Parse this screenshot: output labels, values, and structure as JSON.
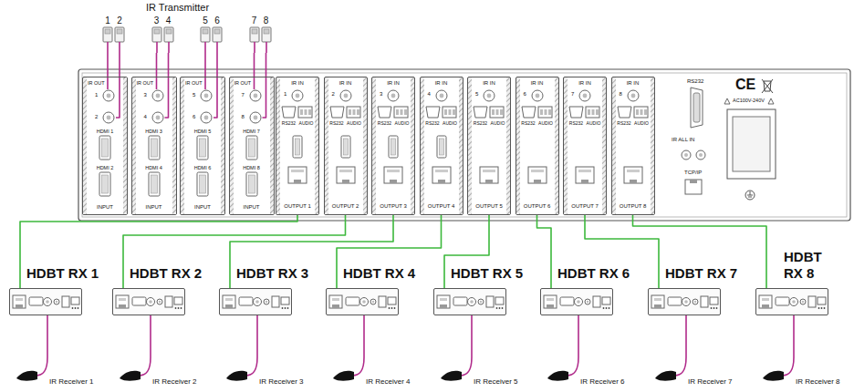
{
  "diagram": {
    "nodes": [
      {
        "text": [
          "1"
        ]
      },
      {
        "text": [
          "2"
        ]
      },
      {
        "text": [
          "3"
        ]
      },
      {
        "text": [
          "4"
        ]
      },
      {
        "text": [
          "5"
        ]
      },
      {
        "text": [
          "6"
        ]
      },
      {
        "text": [
          "7"
        ]
      },
      {
        "text": [
          "8"
        ]
      },
      {
        "text": [
          "IR OUT",
          "HDMI 1",
          "HDMI 2",
          "INPUT"
        ]
      },
      {
        "text": [
          "1"
        ],
        "in": 8
      },
      {
        "text": [
          "2"
        ],
        "in": 8
      },
      {
        "text": [
          "IR OUT",
          "HDMI 3",
          "HDMI 4",
          "INPUT"
        ]
      },
      {
        "text": [
          "3"
        ],
        "in": 11
      },
      {
        "text": [
          "4"
        ],
        "in": 11
      },
      {
        "text": [
          "IR OUT",
          "HDMI 5",
          "HDMI 6",
          "INPUT"
        ]
      },
      {
        "text": [
          "5"
        ],
        "in": 14
      },
      {
        "text": [
          "6"
        ],
        "in": 14
      },
      {
        "text": [
          "IR OUT",
          "HDMI 7",
          "HDMI 8",
          "INPUT"
        ]
      },
      {
        "text": [
          "7"
        ],
        "in": 17
      },
      {
        "text": [
          "8"
        ],
        "in": 17
      },
      {
        "text": [
          "IR IN",
          "1",
          "RS232",
          "AUDIO",
          "OUTPUT 1"
        ]
      },
      {
        "text": [
          "IR IN",
          "2",
          "RS232",
          "AUDIO",
          "OUTPUT 2"
        ]
      },
      {
        "text": [
          "IR IN",
          "3",
          "RS232",
          "AUDIO",
          "OUTPUT 3"
        ]
      },
      {
        "text": [
          "IR IN",
          "4",
          "RS232",
          "AUDIO",
          "OUTPUT 4"
        ]
      },
      {
        "text": [
          "IR IN",
          "5",
          "RS232",
          "AUDIO",
          "OUTPUT 5"
        ]
      },
      {
        "text": [
          "IR IN",
          "6",
          "RS232",
          "AUDIO",
          "OUTPUT 6"
        ]
      },
      {
        "text": [
          "IR IN",
          "7",
          "RS232",
          "AUDIO",
          "OUTPUT 7"
        ]
      },
      {
        "text": [
          "IR IN",
          "8",
          "RS232",
          "AUDIO",
          "OUTPUT 8"
        ]
      },
      {
        "text": [
          "HDBT RX 1"
        ]
      },
      {
        "text": [
          "HDBT RX 2"
        ]
      },
      {
        "text": [
          "HDBT RX 3"
        ]
      },
      {
        "text": [
          "HDBT RX 4"
        ]
      },
      {
        "text": [
          "HDBT RX 5"
        ]
      },
      {
        "text": [
          "HDBT RX 6"
        ]
      },
      {
        "text": [
          "HDBT RX 7"
        ]
      },
      {
        "text": [
          "HDBT RX 8"
        ]
      },
      {
        "text": [
          "IR Receiver 1"
        ]
      },
      {
        "text": [
          "IR Receiver 2"
        ]
      },
      {
        "text": [
          "IR Receiver 3"
        ]
      },
      {
        "text": [
          "IR Receiver 4"
        ]
      },
      {
        "text": [
          "IR Receiver 5"
        ]
      },
      {
        "text": [
          "IR Receiver 6"
        ]
      },
      {
        "text": [
          "IR Receiver 7"
        ]
      },
      {
        "text": [
          "IR Receiver 8"
        ]
      }
    ],
    "edges": [
      {
        "from": 0,
        "to": 9,
        "arrow": "none"
      },
      {
        "from": 1,
        "to": 10,
        "arrow": "none"
      },
      {
        "from": 2,
        "to": 12,
        "arrow": "none"
      },
      {
        "from": 3,
        "to": 13,
        "arrow": "none"
      },
      {
        "from": 4,
        "to": 15,
        "arrow": "none"
      },
      {
        "from": 5,
        "to": 16,
        "arrow": "none"
      },
      {
        "from": 6,
        "to": 18,
        "arrow": "none"
      },
      {
        "from": 7,
        "to": 19,
        "arrow": "none"
      },
      {
        "from": 20,
        "to": 28,
        "arrow": "none"
      },
      {
        "from": 21,
        "to": 29,
        "arrow": "none"
      },
      {
        "from": 22,
        "to": 30,
        "arrow": "none"
      },
      {
        "from": 23,
        "to": 31,
        "arrow": "none"
      },
      {
        "from": 24,
        "to": 32,
        "arrow": "none"
      },
      {
        "from": 25,
        "to": 33,
        "arrow": "none"
      },
      {
        "from": 26,
        "to": 34,
        "arrow": "none"
      },
      {
        "from": 27,
        "to": 35,
        "arrow": "none"
      },
      {
        "from": 36,
        "to": 28,
        "arrow": "none"
      },
      {
        "from": 37,
        "to": 29,
        "arrow": "none"
      },
      {
        "from": 38,
        "to": 30,
        "arrow": "none"
      },
      {
        "from": 39,
        "to": 31,
        "arrow": "none"
      },
      {
        "from": 40,
        "to": 32,
        "arrow": "none"
      },
      {
        "from": 41,
        "to": 33,
        "arrow": "none"
      },
      {
        "from": 42,
        "to": 34,
        "arrow": "none"
      },
      {
        "from": 43,
        "to": 35,
        "arrow": "none"
      }
    ],
    "labels": [
      "IR Transmitter",
      "RS232",
      "IR ALL IN",
      "TCP/IP",
      "CE",
      "AC100V-240V"
    ]
  }
}
